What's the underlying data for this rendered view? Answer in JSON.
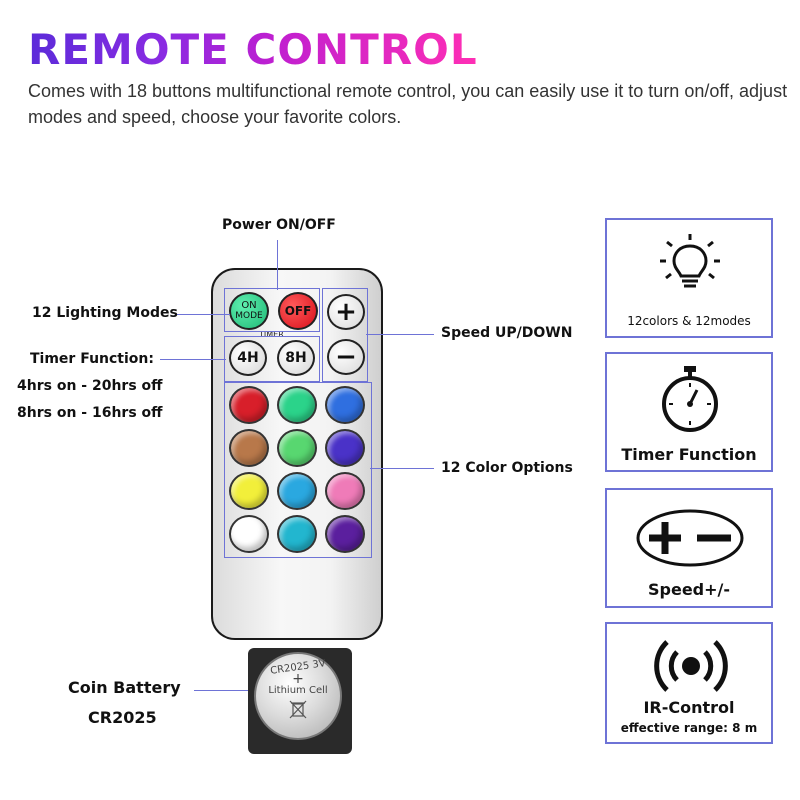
{
  "header": {
    "title": "REMOTE CONTROL",
    "description": "Comes with 18 buttons multifunctional remote control, you can easily use it to turn on/off, adjust modes and speed, choose your favorite colors."
  },
  "labels": {
    "power": "Power ON/OFF",
    "lighting_modes": "12 Lighting Modes",
    "timer_function": "Timer Function:",
    "timer_line1": "4hrs on - 20hrs off",
    "timer_line2": "8hrs on - 16hrs off",
    "speed": "Speed UP/DOWN",
    "color_options": "12 Color Options",
    "coin_battery": "Coin Battery",
    "battery_model": "CR2025"
  },
  "remote": {
    "on_label_top": "ON",
    "on_label_bottom": "MODE",
    "off_label": "OFF",
    "timer_label": "TIMER",
    "timer_4h": "4H",
    "timer_8h": "8H",
    "plus": "+",
    "minus": "−",
    "color_buttons": [
      "#d81f2a",
      "#2bd38a",
      "#2f6fe0",
      "#b8784a",
      "#58d770",
      "#4a32c8",
      "#f2ef3a",
      "#2aa8e0",
      "#ef7bb8",
      "#ffffff",
      "#22b6cf",
      "#5b1f9e"
    ]
  },
  "battery": {
    "model": "CR2025 3V",
    "plus": "+",
    "type": "Lithium Cell"
  },
  "panels": [
    {
      "icon": "lightbulb-icon",
      "caption": "12colors & 12modes"
    },
    {
      "icon": "stopwatch-icon",
      "caption": "Timer Function"
    },
    {
      "icon": "plus-minus-icon",
      "caption": "Speed+/-"
    },
    {
      "icon": "ir-signal-icon",
      "caption": "IR-Control",
      "subcaption": "effective range: 8 m"
    }
  ],
  "colors": {
    "accent_line": "#6e73d6",
    "title_gradient_start": "#5b2bd9",
    "title_gradient_end": "#ff2fb4"
  }
}
